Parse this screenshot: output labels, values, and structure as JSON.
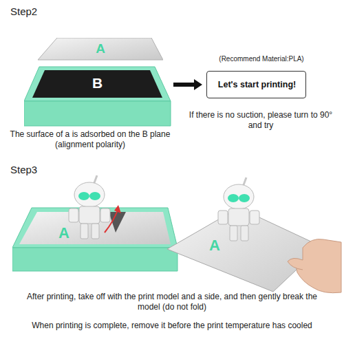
{
  "diagram": {
    "nodes": [
      {
        "text": [
          "A"
        ]
      },
      {
        "text": [
          "B"
        ]
      },
      {
        "text": [
          "Let's start printing!"
        ]
      },
      {
        "text": [
          "A"
        ]
      },
      {
        "text": [
          "A"
        ]
      }
    ],
    "edges": [
      {
        "from": 1,
        "to": 2,
        "arrow": "to"
      }
    ],
    "labels": [
      "Step2",
      "(Recommend Material:PLA)",
      "If there is no suction, please turn to 90° and try",
      "The surface of a is adsorbed on the B plane (alignment polarity)",
      "Step3",
      "After printing, take off with the print model and a side, and then gently break the model (do not fold)",
      "When printing is complete, remove it before the print temperature has cooled"
    ]
  }
}
